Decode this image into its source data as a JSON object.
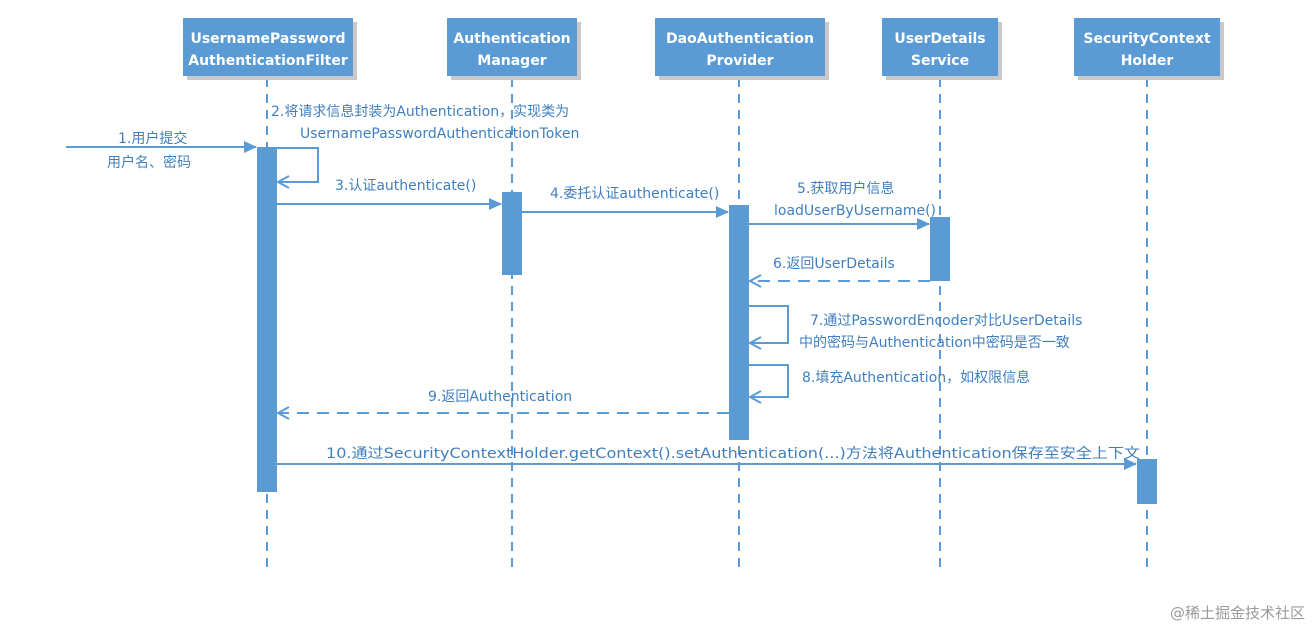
{
  "colors": {
    "primary": "#5b9bd5",
    "label_text": "#3f7fc0",
    "participant_text": "#ffffff",
    "watermark": "#9a9a9a"
  },
  "participants": [
    {
      "id": "filter",
      "lines": [
        "UsernamePassword",
        "AuthenticationFilter"
      ]
    },
    {
      "id": "manager",
      "lines": [
        "Authentication",
        "Manager"
      ]
    },
    {
      "id": "provider",
      "lines": [
        "DaoAuthentication",
        "Provider"
      ]
    },
    {
      "id": "uds",
      "lines": [
        "UserDetails",
        "Service"
      ]
    },
    {
      "id": "holder",
      "lines": [
        "SecurityContext",
        "Holder"
      ]
    }
  ],
  "messages": [
    {
      "id": "m1",
      "lines": [
        "1.用户提交",
        "用户名、密码"
      ]
    },
    {
      "id": "m2",
      "lines": [
        "2.将请求信息封装为Authentication，实现类为",
        "UsernamePasswordAuthenticationToken"
      ]
    },
    {
      "id": "m3",
      "lines": [
        "3.认证authenticate()"
      ]
    },
    {
      "id": "m4",
      "lines": [
        "4.委托认证authenticate()"
      ]
    },
    {
      "id": "m5",
      "lines": [
        "5.获取用户信息",
        "loadUserByUsername()"
      ]
    },
    {
      "id": "m6",
      "lines": [
        "6.返回UserDetails"
      ]
    },
    {
      "id": "m7",
      "lines": [
        "7.通过PasswordEncoder对比UserDetails",
        "中的密码与Authentication中密码是否一致"
      ]
    },
    {
      "id": "m8",
      "lines": [
        "8.填充Authentication，如权限信息"
      ]
    },
    {
      "id": "m9",
      "lines": [
        "9.返回Authentication"
      ]
    },
    {
      "id": "m10",
      "lines": [
        "10.通过SecurityContextHolder.getContext().setAuthentication(...)方法将Authentication保存至安全上下文"
      ]
    }
  ],
  "watermark": "@稀土掘金技术社区"
}
